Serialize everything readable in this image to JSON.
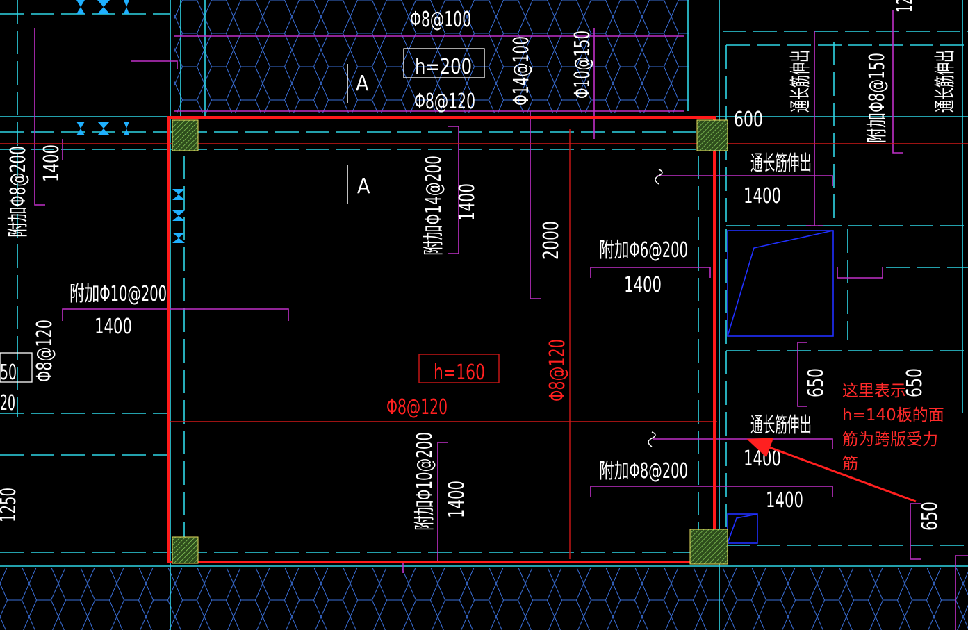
{
  "drawing": {
    "annotation": {
      "note_lines": [
        "这里表示",
        "h=140板的面",
        "筋为跨版受力",
        "筋"
      ]
    },
    "labels": {
      "top_rebar": "Φ8@100",
      "top_h": "h=200",
      "top_a": "A",
      "top_phi8_120": "Φ8@120",
      "top_phi14_100": "Φ14@100",
      "top_phi10_150": "Φ10@150",
      "center_a": "A",
      "add_phi14_200": "附加Φ14@200",
      "add_phi14_200_len": "1400",
      "dim_2000": "2000",
      "add_phi6_200": "附加Φ6@200",
      "add_phi6_200_len": "1400",
      "add_phi10_200_left": "附加Φ10@200",
      "add_phi10_200_left_len": "1400",
      "center_h": "h=160",
      "center_phi8_120_h": "Φ8@120",
      "center_phi8_120_v": "Φ8@120",
      "add_phi10_200_bottom": "附加Φ10@200",
      "add_phi10_200_bottom_len": "1400",
      "add_phi8_200_right": "附加Φ8@200",
      "add_phi8_200_right_len": "1400",
      "left_add_phi8_200": "附加Φ8@200",
      "left_1400": "1400",
      "left_phi8_120": "Φ8@120",
      "left_50": "50",
      "left_20": "20",
      "left_1250": "1250",
      "right_600": "600",
      "right_through_top": "通长筋伸出",
      "right_through_top_len": "1400",
      "right_through_vertical": "通长筋伸出",
      "right_add_phi8_150": "附加Φ8@150",
      "right_through_vertical2": "通长筋伸出",
      "right_12": "12",
      "right_650_a": "650",
      "right_650_b": "650",
      "right_through_mid": "通长筋伸出",
      "right_through_mid_len": "1400",
      "right_1400_low": "1400",
      "right_650_c": "650"
    }
  }
}
